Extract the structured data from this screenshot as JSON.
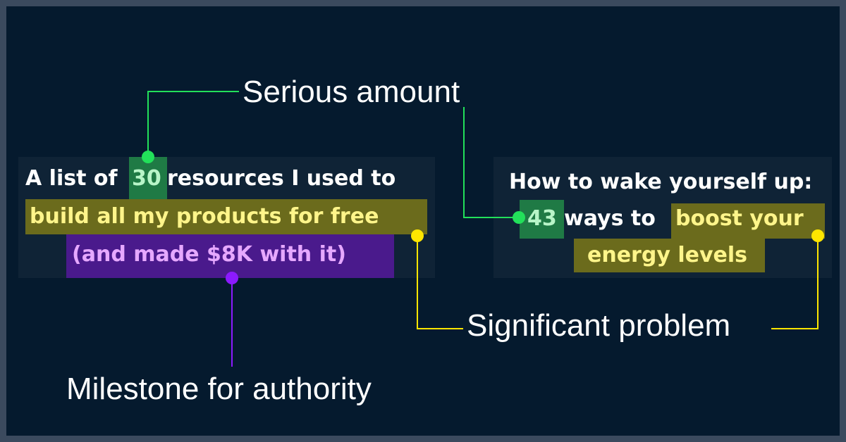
{
  "labels": {
    "serious_amount": "Serious amount",
    "significant_problem": "Significant problem",
    "milestone": "Milestone for authority"
  },
  "left_headline": {
    "line1_a": "A list of ",
    "line1_num": "30",
    "line1_b": " resources I used to",
    "line2": "build all my products for free",
    "line3": "(and made $8K with it)"
  },
  "right_headline": {
    "line1": "How to wake yourself up:",
    "line2_num": "43",
    "line2_a": " ways to ",
    "line2_b": "boost your",
    "line3": "energy levels"
  },
  "colors": {
    "green": "#1f7a45",
    "green_connector": "#22e05a",
    "yellow": "#6b6b1c",
    "yellow_connector": "#ffe600",
    "purple": "#4a1a8c",
    "purple_connector": "#8c1aff"
  }
}
